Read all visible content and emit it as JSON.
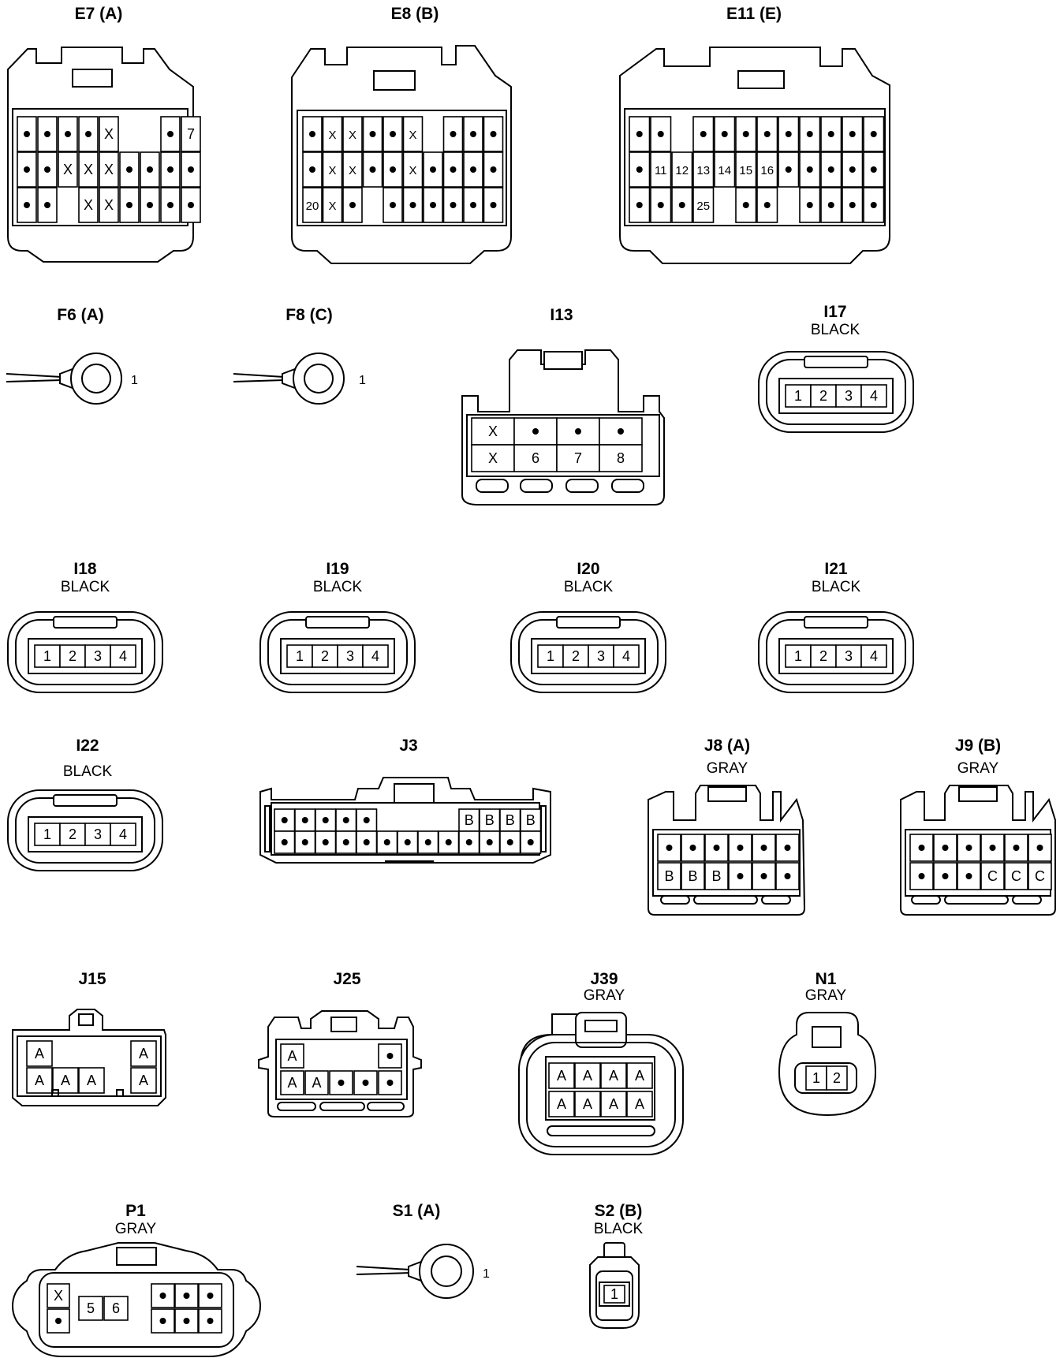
{
  "connectors": [
    {
      "id": "E7",
      "name": "E7 (A)",
      "color": "",
      "cols": 9,
      "rows": [
        [
          "•",
          "•",
          "•",
          "•",
          "X",
          "",
          "",
          "•",
          "7"
        ],
        [
          "•",
          "•",
          "X",
          "X",
          "X",
          "•",
          "•",
          "•",
          "•"
        ],
        [
          "•",
          "•",
          "",
          "X",
          "X",
          "•",
          "•",
          "•",
          "•"
        ]
      ]
    },
    {
      "id": "E8",
      "name": "E8 (B)",
      "color": "",
      "cols": 10,
      "rows": [
        [
          "•",
          "X",
          "X",
          "•",
          "•",
          "X",
          "",
          "•",
          "•",
          "•"
        ],
        [
          "•",
          "X",
          "X",
          "•",
          "•",
          "X",
          "•",
          "•",
          "•",
          "•"
        ],
        [
          "20",
          "X",
          "•",
          "",
          "•",
          "•",
          "•",
          "•",
          "•",
          "•"
        ]
      ]
    },
    {
      "id": "E11",
      "name": "E11 (E)",
      "color": "",
      "cols": 12,
      "rows": [
        [
          "•",
          "•",
          "",
          "•",
          "•",
          "•",
          "•",
          "•",
          "•",
          "•",
          "•",
          "•"
        ],
        [
          "•",
          "11",
          "12",
          "13",
          "14",
          "15",
          "16",
          "•",
          "•",
          "•",
          "•",
          "•"
        ],
        [
          "•",
          "•",
          "•",
          "25",
          "",
          "•",
          "•",
          "",
          "•",
          "•",
          "•",
          "•"
        ]
      ]
    },
    {
      "id": "F6",
      "name": "F6 (A)",
      "color": "",
      "terminal": "1"
    },
    {
      "id": "F8",
      "name": "F8 (C)",
      "color": "",
      "terminal": "1"
    },
    {
      "id": "I13",
      "name": "I13",
      "color": "",
      "cols": 4,
      "rows": [
        [
          "X",
          "•",
          "•",
          "•"
        ],
        [
          "X",
          "6",
          "7",
          "8"
        ]
      ]
    },
    {
      "id": "I17",
      "name": "I17",
      "color": "BLACK",
      "cols": 4,
      "rows": [
        [
          "1",
          "2",
          "3",
          "4"
        ]
      ]
    },
    {
      "id": "I18",
      "name": "I18",
      "color": "BLACK",
      "cols": 4,
      "rows": [
        [
          "1",
          "2",
          "3",
          "4"
        ]
      ]
    },
    {
      "id": "I19",
      "name": "I19",
      "color": "BLACK",
      "cols": 4,
      "rows": [
        [
          "1",
          "2",
          "3",
          "4"
        ]
      ]
    },
    {
      "id": "I20",
      "name": "I20",
      "color": "BLACK",
      "cols": 4,
      "rows": [
        [
          "1",
          "2",
          "3",
          "4"
        ]
      ]
    },
    {
      "id": "I21",
      "name": "I21",
      "color": "BLACK",
      "cols": 4,
      "rows": [
        [
          "1",
          "2",
          "3",
          "4"
        ]
      ]
    },
    {
      "id": "I22",
      "name": "I22",
      "color": "BLACK",
      "cols": 4,
      "rows": [
        [
          "1",
          "2",
          "3",
          "4"
        ]
      ]
    },
    {
      "id": "J3",
      "name": "J3",
      "color": "",
      "cols": 13,
      "rows": [
        [
          "•",
          "•",
          "•",
          "•",
          "•",
          "",
          "",
          "",
          "",
          "B",
          "B",
          "B",
          "B"
        ],
        [
          "•",
          "•",
          "•",
          "•",
          "•",
          "•",
          "•",
          "•",
          "•",
          "•",
          "•",
          "•",
          "•"
        ]
      ]
    },
    {
      "id": "J8",
      "name": "J8 (A)",
      "color": "GRAY",
      "cols": 6,
      "rows": [
        [
          "•",
          "•",
          "•",
          "•",
          "•",
          "•"
        ],
        [
          "B",
          "B",
          "B",
          "•",
          "•",
          "•"
        ]
      ]
    },
    {
      "id": "J9",
      "name": "J9 (B)",
      "color": "GRAY",
      "cols": 6,
      "rows": [
        [
          "•",
          "•",
          "•",
          "•",
          "•",
          "•"
        ],
        [
          "•",
          "•",
          "•",
          "C",
          "C",
          "C"
        ]
      ]
    },
    {
      "id": "J15",
      "name": "J15",
      "color": "",
      "cols": 5,
      "rows": [
        [
          "A",
          "",
          "",
          "",
          "A"
        ],
        [
          "A",
          "A",
          "A",
          "",
          "A"
        ]
      ]
    },
    {
      "id": "J25",
      "name": "J25",
      "color": "",
      "cols": 5,
      "rows": [
        [
          "A",
          "",
          "",
          "",
          "•"
        ],
        [
          "A",
          "A",
          "•",
          "•",
          "•"
        ]
      ]
    },
    {
      "id": "J39",
      "name": "J39",
      "color": "GRAY",
      "cols": 4,
      "rows": [
        [
          "A",
          "A",
          "A",
          "A"
        ],
        [
          "A",
          "A",
          "A",
          "A"
        ]
      ]
    },
    {
      "id": "N1",
      "name": "N1",
      "color": "GRAY",
      "cols": 2,
      "rows": [
        [
          "1",
          "2"
        ]
      ]
    },
    {
      "id": "P1",
      "name": "P1",
      "color": "GRAY",
      "groups": [
        {
          "cols": 1,
          "rows": [
            [
              "X"
            ],
            [
              "•"
            ]
          ]
        },
        {
          "cols": 2,
          "rows": [
            [
              "5",
              "6"
            ]
          ]
        },
        {
          "cols": 3,
          "rows": [
            [
              "•",
              "•",
              "•"
            ],
            [
              "•",
              "•",
              "•"
            ]
          ]
        }
      ]
    },
    {
      "id": "S1",
      "name": "S1 (A)",
      "color": "",
      "terminal": "1"
    },
    {
      "id": "S2",
      "name": "S2 (B)",
      "color": "BLACK",
      "cols": 1,
      "rows": [
        [
          "1"
        ]
      ]
    }
  ]
}
